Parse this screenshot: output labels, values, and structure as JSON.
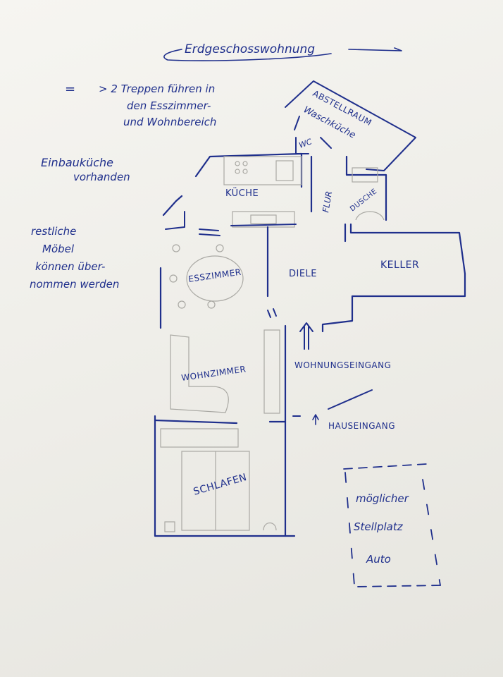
{
  "title": "Erdgeschosswohnung",
  "notes": {
    "stairs": {
      "symbol": "=",
      "lines": [
        "> 2 Treppen führen in",
        "den Esszimmer-",
        "und Wohnbereich"
      ]
    },
    "kitchen": {
      "lines": [
        "Einbauküche",
        "vorhanden"
      ]
    },
    "furniture": {
      "lines": [
        "restliche",
        "Möbel",
        "können über-",
        "nommen werden"
      ]
    }
  },
  "rooms": {
    "abstellraum": "ABSTELLRAUM",
    "waschkueche": "Waschküche",
    "wc": "WC",
    "kueche": "KÜCHE",
    "flur": "FLUR",
    "dusche": "DUSCHE",
    "esszimmer": "ESSZIMMER",
    "diele": "DIELE",
    "keller": "KELLER",
    "wohnzimmer": "WOHNZIMMER",
    "schlafen": "SCHLAFEN"
  },
  "entrances": {
    "wohnung": "WOHNUNGSEINGANG",
    "haus": "HAUSEINGANG"
  },
  "parking": {
    "lines": [
      "möglicher",
      "Stellplatz",
      "Auto"
    ]
  },
  "colors": {
    "ink": "#1f2f8c",
    "pencil": "#a9a8a3",
    "paper": "#f3f2ee"
  }
}
